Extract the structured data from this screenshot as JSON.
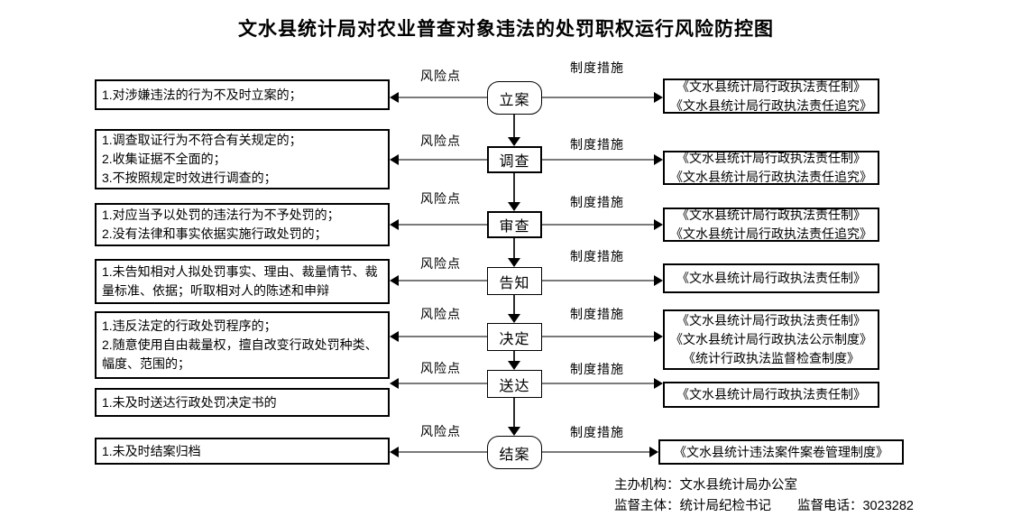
{
  "title": "文水县统计局对农业普查对象违法的处罚职权运行风险防控图",
  "labels": {
    "risk": "风险点",
    "measure": "制度措施"
  },
  "rows": [
    {
      "step": "立案",
      "risks": "1.对涉嫌违法的行为不及时立案的；",
      "measures": "《文水县统计局行政执法责任制》\n《文水县统计局行政执法责任追究》"
    },
    {
      "step": "调查",
      "risks": "1.调查取证行为不符合有关规定的；\n2.收集证据不全面的；\n3.不按照规定时效进行调查的；",
      "measures": "《文水县统计局行政执法责任制》\n《文水县统计局行政执法责任追究》"
    },
    {
      "step": "审查",
      "risks": "1.对应当予以处罚的违法行为不予处罚的；\n2.没有法律和事实依据实施行政处罚的；",
      "measures": "《文水县统计局行政执法责任制》\n《文水县统计局行政执法责任追究》"
    },
    {
      "step": "告知",
      "risks": "1.未告知相对人拟处罚事实、理由、裁量情节、裁量标准、依据；听取相对人的陈述和申辩",
      "measures": "《文水县统计局行政执法责任制》"
    },
    {
      "step": "决定",
      "risks": "1.违反法定的行政处罚程序的；\n2.随意使用自由裁量权，擅自改变行政处罚种类、幅度、范围的；",
      "measures": "《文水县统计局行政执法责任制》\n《文水县统计局行政执法公示制度》\n《统计行政执法监督检查制度》"
    },
    {
      "step": "送达",
      "risks": "1.未及时送达行政处罚决定书的",
      "measures": "《文水县统计局行政执法责任制》"
    },
    {
      "step": "结案",
      "risks": "1.未及时结案归档",
      "measures": "《文水县统计违法案件案卷管理制度》"
    }
  ],
  "footer": {
    "line1": "主办机构：文水县统计局办公室",
    "line2": "监督主体：统计局纪检书记　　监督电话：3023282"
  }
}
